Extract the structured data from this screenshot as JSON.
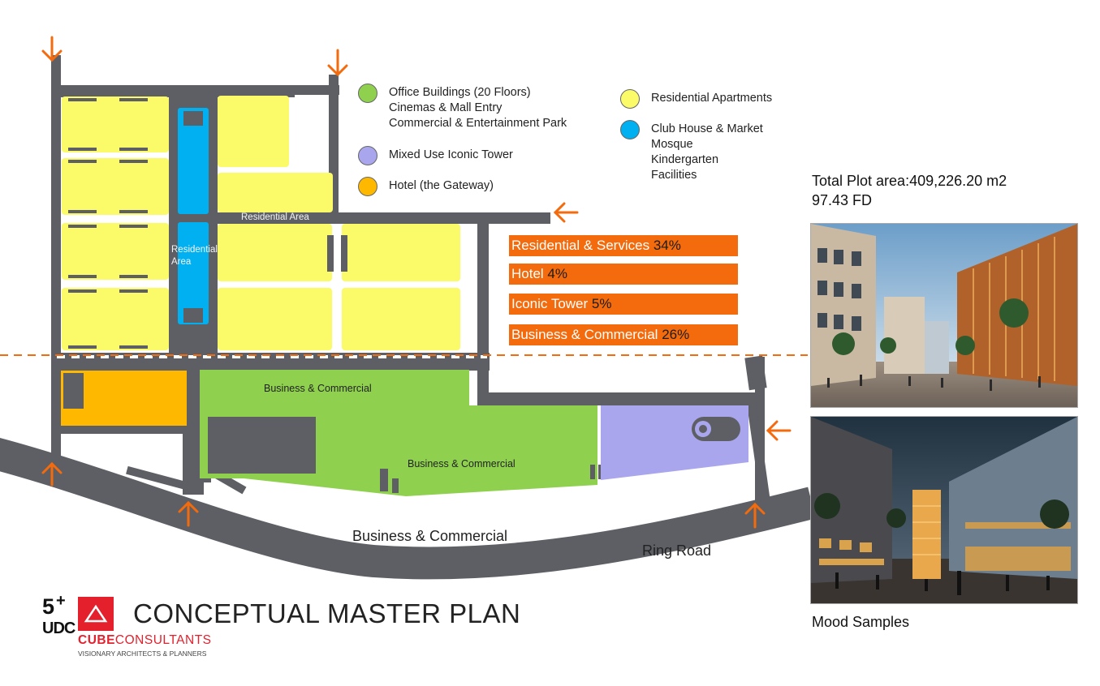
{
  "legend": {
    "left": [
      {
        "color": "#8fd14f",
        "lines": [
          "Office Buildings (20 Floors)",
          "Cinemas & Mall Entry",
          "Commercial & Entertainment Park"
        ]
      },
      {
        "color": "#a9a6ee",
        "lines": [
          "Mixed Use Iconic Tower"
        ]
      },
      {
        "color": "#ffb800",
        "lines": [
          "Hotel (the Gateway)"
        ]
      }
    ],
    "right": [
      {
        "color": "#fbfb6a",
        "lines": [
          "Residential Apartments"
        ]
      },
      {
        "color": "#00b0f0",
        "lines": [
          "Club House & Market",
          "Mosque",
          "Kindergarten",
          "Facilities"
        ]
      }
    ]
  },
  "percentages": [
    {
      "label": "Residential & Services",
      "value": "34%"
    },
    {
      "label": "Hotel",
      "value": "4%"
    },
    {
      "label": "Iconic Tower",
      "value": "5%"
    },
    {
      "label": "Business & Commercial",
      "value": "26%"
    }
  ],
  "plot": {
    "area": "Total Plot area:409,226.20 m2",
    "fd": "97.43 FD"
  },
  "map_labels": {
    "residential_area": "Residential Area",
    "residential_area_vertical": [
      "Residential",
      "Area"
    ],
    "business_top": "Business & Commercial",
    "business_mid": "Business & Commercial",
    "business_road": "Business & Commercial",
    "ring_road": "Ring Road"
  },
  "title": "CONCEPTUAL MASTER PLAN",
  "mood_samples": "Mood Samples",
  "logo": {
    "udc_top": "5",
    "udc_plus": "+",
    "udc_bottom": "UDC",
    "cube_bold": "CUBE",
    "cube_rest": "CONSULTANTS",
    "tagline": "VISIONARY ARCHITECTS & PLANNERS"
  },
  "colors": {
    "road": "#5d5f64",
    "residential": "#fbfb6a",
    "facilities": "#00b0f0",
    "business": "#8fd14f",
    "iconic_tower": "#a9a6ee",
    "hotel": "#ffb800",
    "accent_orange": "#f36b0c"
  }
}
